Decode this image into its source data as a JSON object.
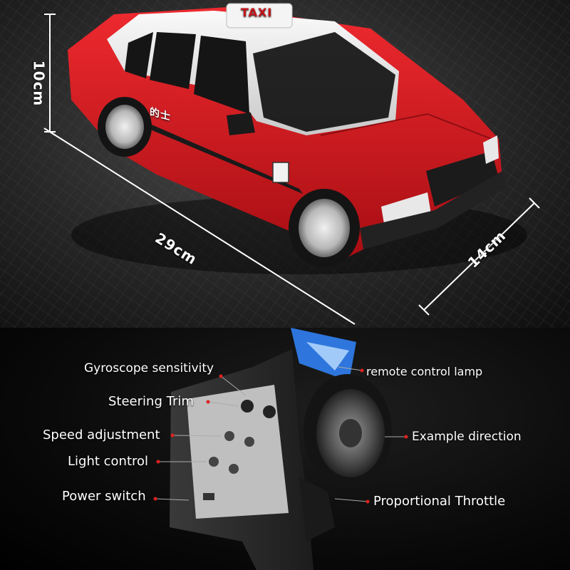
{
  "image": {
    "car_image_label": "red taxi RC car",
    "remote_image_label": "pistol-grip remote controller"
  },
  "car": {
    "roof_sign": "TAXI",
    "door_text": "的士",
    "body_color": "#d4141c",
    "roof_color": "#e8e8e8"
  },
  "dimensions": {
    "height": "10cm",
    "length": "29cm",
    "width": "14cm"
  },
  "controller_labels": {
    "gyroscope": "Gyroscope sensitivity",
    "steering_trim": "Steering Trim",
    "speed": "Speed adjustment",
    "light": "Light control",
    "power": "Power switch",
    "lamp": "remote control lamp",
    "direction": "Example direction",
    "throttle": "Proportional Throttle"
  },
  "colors": {
    "callout_dot": "#e02020",
    "lamp": "#2f7be8"
  }
}
